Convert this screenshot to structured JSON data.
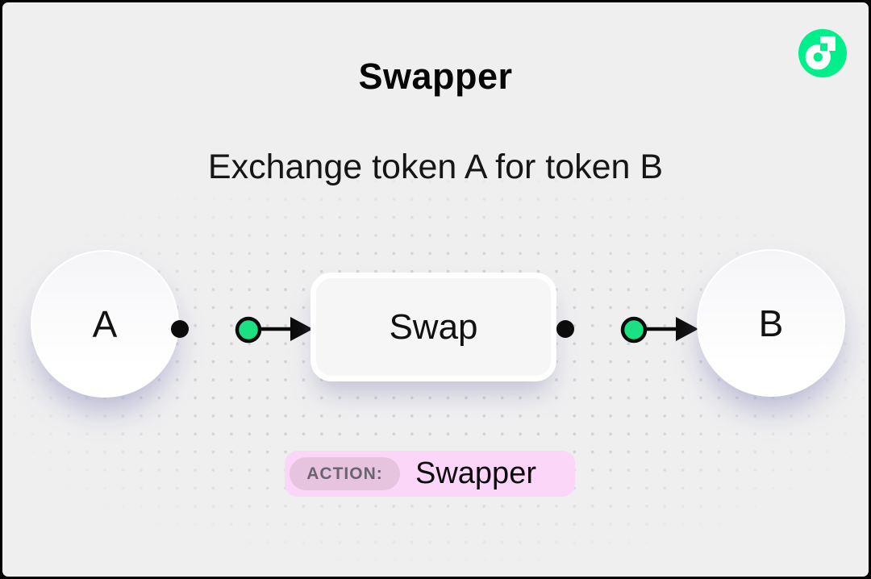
{
  "header": {
    "title": "Swapper",
    "subtitle": "Exchange token A for token B"
  },
  "logo": {
    "icon": "flow-logo-icon",
    "color": "#00ef8b"
  },
  "diagram": {
    "nodes": [
      {
        "id": "A",
        "label": "A",
        "type": "token-circle"
      },
      {
        "id": "swap",
        "label": "Swap",
        "type": "action-box"
      },
      {
        "id": "B",
        "label": "B",
        "type": "token-circle"
      }
    ],
    "edges": [
      {
        "from": "A",
        "to": "swap",
        "style": "arrow-with-green-node"
      },
      {
        "from": "swap",
        "to": "B",
        "style": "arrow-with-green-node"
      }
    ]
  },
  "action_badge": {
    "label": "ACTION:",
    "value": "Swapper"
  },
  "colors": {
    "background": "#efeff0",
    "ink": "#0c0c0c",
    "flow_green": "#00ef8b",
    "connector_green": "#1ce182",
    "pill_bg": "#fbd6f8",
    "pill_label_bg": "#e6c4e0",
    "pill_label_color": "#6a6470",
    "dot_color": "#d2d2d5"
  }
}
